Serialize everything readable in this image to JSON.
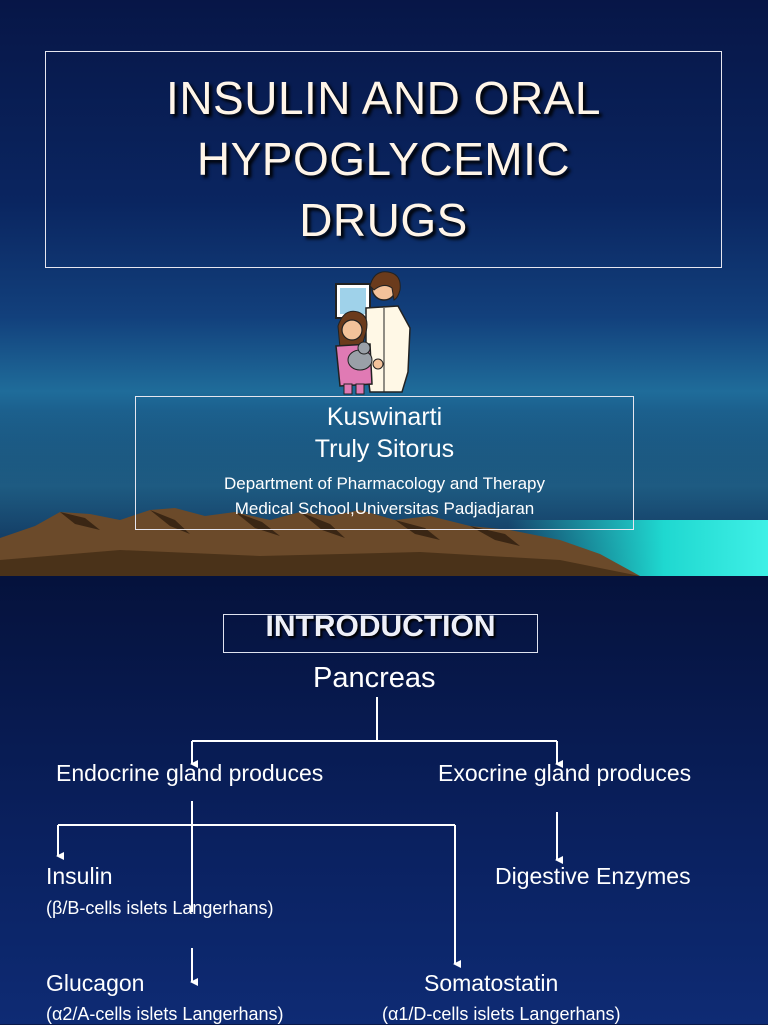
{
  "slide1": {
    "title_lines": [
      "INSULIN AND ORAL",
      "HYPOGLYCEMIC",
      "DRUGS"
    ],
    "authors": [
      "Kuswinarti",
      "Truly Sitorus"
    ],
    "department_lines": [
      "Department of Pharmacology and Therapy",
      "Medical School,Universitas Padjadjaran"
    ],
    "clipart_icon": "doctor-with-child-icon"
  },
  "slide2": {
    "heading": "INTRODUCTION",
    "root": "Pancreas",
    "endocrine": "Endocrine gland produces",
    "exocrine": "Exocrine gland produces",
    "insulin": {
      "name": "Insulin",
      "detail": "(β/B-cells islets Langerhans)"
    },
    "digestive": "Digestive Enzymes",
    "glucagon": {
      "name": "Glucagon",
      "detail": "(α2/A-cells islets Langerhans)"
    },
    "somatostatin": {
      "name": "Somatostatin",
      "detail": "(α1/D-cells islets Langerhans)"
    }
  },
  "colors": {
    "background": "#0a2160",
    "title_text": "#fff5e8",
    "water": "#3ff0e6",
    "mountains": "#6b4a2a"
  }
}
